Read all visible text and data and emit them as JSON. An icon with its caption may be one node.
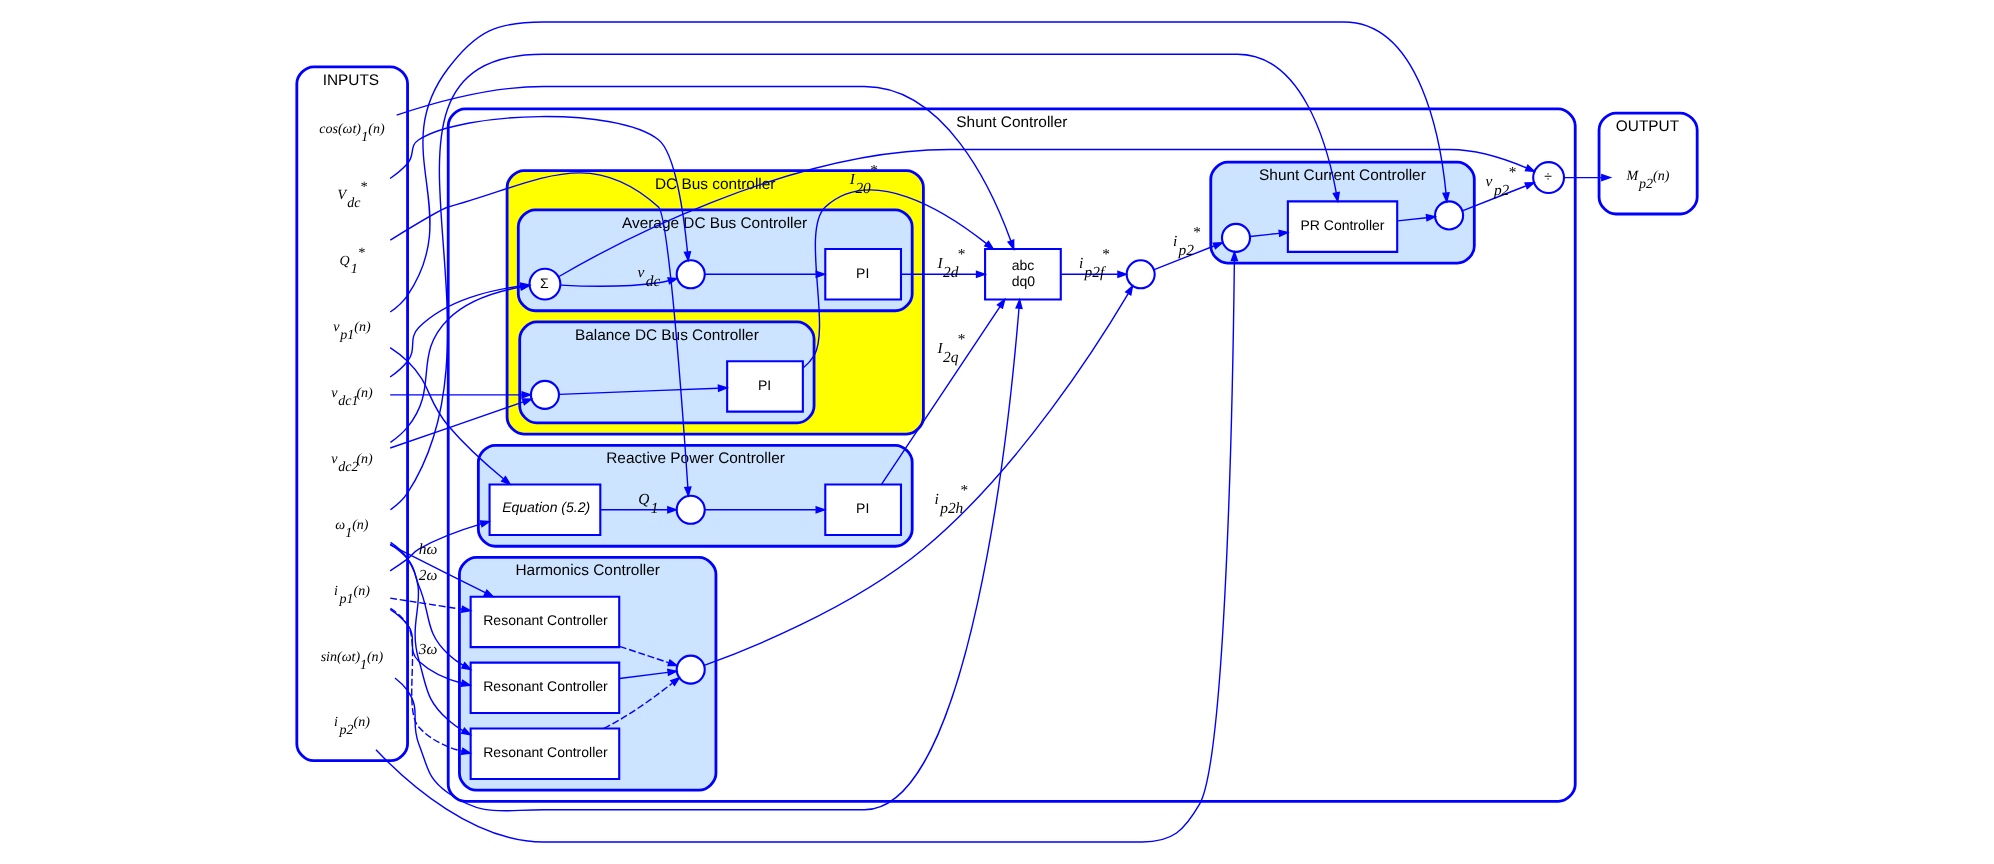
{
  "diagram": {
    "nodes": [
      {
        "text": [
          "INPUTS"
        ]
      },
      {
        "text": [
          "V$_{dc}$$^{*}$"
        ],
        "in": 0
      },
      {
        "text": [
          "v$_{dc1}$(n)"
        ],
        "in": 0
      },
      {
        "text": [
          "v$_{dc2}$(n)"
        ],
        "in": 0
      },
      {
        "text": [
          "sin(ωt)$_{1}$(n)"
        ],
        "in": 0
      },
      {
        "text": [
          "cos(ωt)$_{1}$(n)"
        ],
        "in": 0
      },
      {
        "text": [
          "Q$_{1}$$^{*}$"
        ],
        "in": 0
      },
      {
        "text": [
          "v$_{p1}$(n)"
        ],
        "in": 0
      },
      {
        "text": [
          "i$_{p1}$(n)"
        ],
        "in": 0
      },
      {
        "text": [
          "ω$_{1}$(n)"
        ],
        "in": 0
      },
      {
        "text": [
          "i$_{p2}$(n)"
        ],
        "in": 0
      },
      {
        "text": [
          "Shunt Controller"
        ]
      },
      {
        "text": [
          "DC Bus controller"
        ],
        "in": 11
      },
      {
        "text": [
          "Average DC Bus Controller"
        ],
        "in": 12
      },
      {
        "text": [],
        "shape": "circle",
        "in": 13
      },
      {
        "text": [
          "PI"
        ],
        "in": 13
      },
      {
        "text": [
          "Σ"
        ],
        "in": 13
      },
      {
        "text": [
          "Balance DC Bus Controller"
        ],
        "in": 12
      },
      {
        "text": [],
        "shape": "circle",
        "in": 17
      },
      {
        "text": [
          "PI"
        ],
        "in": 17
      },
      {
        "text": [
          "abc",
          "dq0"
        ],
        "in": 11
      },
      {
        "text": [],
        "shape": "circle",
        "in": 11
      },
      {
        "text": [
          "Reactive Power Controller"
        ],
        "in": 11
      },
      {
        "text": [
          "Equation (5.2)"
        ],
        "in": 22
      },
      {
        "text": [],
        "shape": "circle",
        "in": 22
      },
      {
        "text": [
          "PI"
        ],
        "in": 22
      },
      {
        "text": [
          "Harmonics Controller"
        ],
        "in": 11
      },
      {
        "text": [
          "Resonant Controller"
        ],
        "in": 26
      },
      {
        "text": [
          "Resonant Controller"
        ],
        "in": 26
      },
      {
        "text": [
          "Resonant Controller"
        ],
        "in": 26
      },
      {
        "text": [],
        "shape": "circle",
        "in": 26
      },
      {
        "text": [
          "Shunt Current Controller"
        ],
        "in": 11
      },
      {
        "text": [],
        "shape": "circle",
        "in": 31
      },
      {
        "text": [
          "PR Controller"
        ],
        "in": 31
      },
      {
        "text": [],
        "shape": "circle",
        "in": 31
      },
      {
        "text": [
          "÷"
        ],
        "in": 11
      },
      {
        "text": [
          "OUTPUT"
        ]
      },
      {
        "text": [
          "M$_{p2}$(n)"
        ],
        "in": 36
      }
    ],
    "edges": [
      {
        "from": 1,
        "to": 14,
        "arrow": "to"
      },
      {
        "from": 2,
        "to": 16,
        "arrow": "to"
      },
      {
        "from": 3,
        "to": 16,
        "arrow": "to"
      },
      {
        "from": 2,
        "to": 18,
        "arrow": "to"
      },
      {
        "from": 3,
        "to": 18,
        "arrow": "to"
      },
      {
        "from": 16,
        "to": 14,
        "label": "v$_{dc}$",
        "arrow": "to"
      },
      {
        "from": 16,
        "to": 35,
        "arrow": "to"
      },
      {
        "from": 14,
        "to": 15,
        "arrow": "to"
      },
      {
        "from": 15,
        "to": 20,
        "label": "I$_{2d}$$^{*}$",
        "arrow": "to"
      },
      {
        "from": 18,
        "to": 19,
        "arrow": "to"
      },
      {
        "from": 19,
        "to": 20,
        "label": "I$_{20}$$^{*}$",
        "arrow": "to"
      },
      {
        "from": 4,
        "to": 20,
        "arrow": "to"
      },
      {
        "from": 5,
        "to": 20,
        "arrow": "to"
      },
      {
        "from": 6,
        "to": 24,
        "arrow": "to"
      },
      {
        "from": 7,
        "to": 23,
        "arrow": "to"
      },
      {
        "from": 8,
        "to": 23,
        "arrow": "to"
      },
      {
        "from": 23,
        "to": 24,
        "label": "Q$_{1}$",
        "arrow": "to"
      },
      {
        "from": 24,
        "to": 25,
        "arrow": "to"
      },
      {
        "from": 25,
        "to": 20,
        "label": "I$_{2q}$$^{*}$",
        "arrow": "to"
      },
      {
        "from": 20,
        "to": 21,
        "label": "i$_{p2f}$$^{*}$",
        "arrow": "to"
      },
      {
        "from": 8,
        "to": 27,
        "arrow": "to"
      },
      {
        "from": 8,
        "to": 28,
        "arrow": "to",
        "style": "dashed"
      },
      {
        "from": 8,
        "to": 29,
        "arrow": "to",
        "style": "dashed"
      },
      {
        "from": 9,
        "to": 27,
        "label": "2ω",
        "arrow": "to"
      },
      {
        "from": 9,
        "to": 28,
        "label": "3ω",
        "arrow": "to"
      },
      {
        "from": 9,
        "to": 29,
        "label": "hω",
        "arrow": "to"
      },
      {
        "from": 27,
        "to": 30,
        "arrow": "to"
      },
      {
        "from": 28,
        "to": 30,
        "arrow": "to",
        "style": "dashed"
      },
      {
        "from": 29,
        "to": 30,
        "arrow": "to",
        "style": "dashed"
      },
      {
        "from": 30,
        "to": 21,
        "label": "i$_{p2h}$$^{*}$",
        "arrow": "to"
      },
      {
        "from": 21,
        "to": 32,
        "label": "i$_{p2}$$^{*}$",
        "arrow": "to"
      },
      {
        "from": 10,
        "to": 32,
        "arrow": "to"
      },
      {
        "from": 32,
        "to": 33,
        "arrow": "to"
      },
      {
        "from": 9,
        "to": 33,
        "arrow": "to"
      },
      {
        "from": 33,
        "to": 34,
        "arrow": "to"
      },
      {
        "from": 7,
        "to": 34,
        "arrow": "to"
      },
      {
        "from": 34,
        "to": 35,
        "label": "v$_{p2}$$^{*}$",
        "arrow": "to"
      },
      {
        "from": 35,
        "to": 37,
        "arrow": "to"
      }
    ]
  }
}
